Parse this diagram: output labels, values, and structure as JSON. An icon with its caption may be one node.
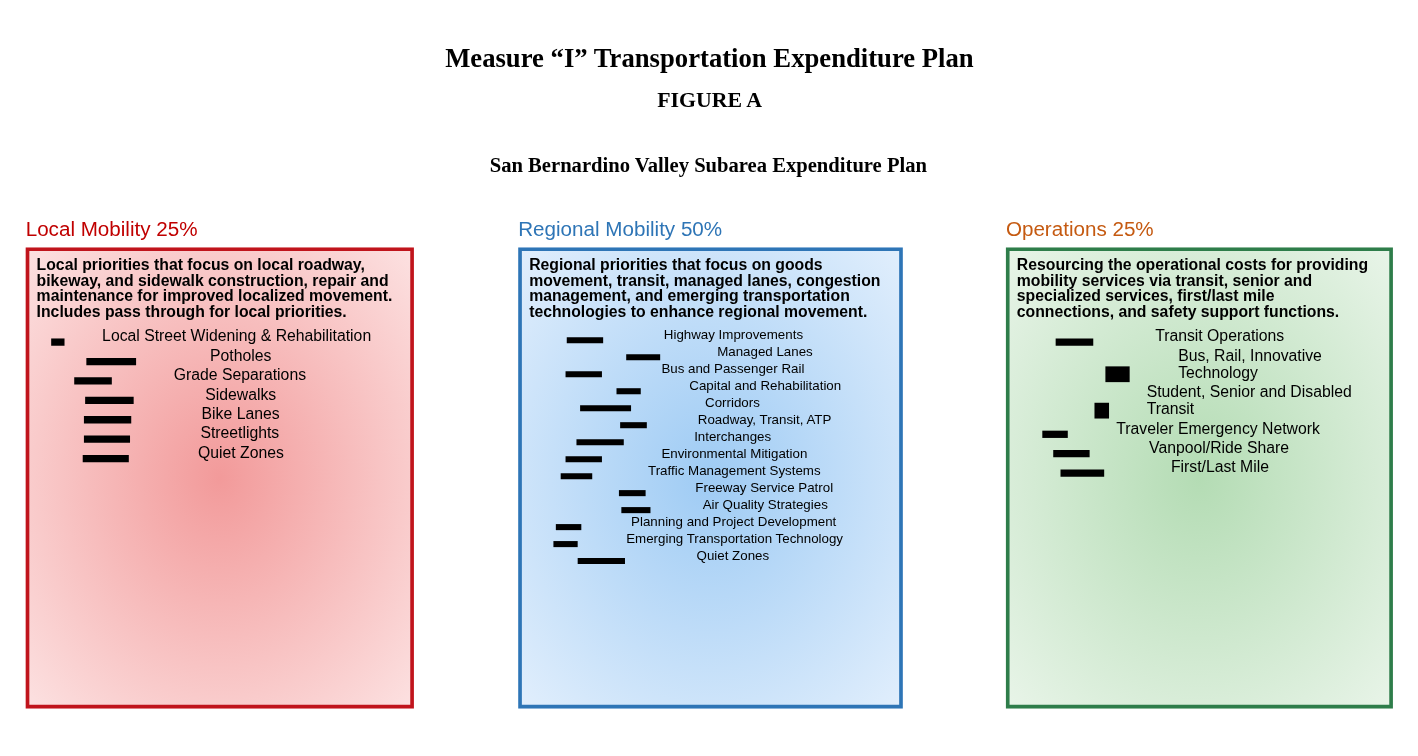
{
  "diagram": {
    "title": "Measure “I” Transportation Expenditure Plan",
    "nodes": [
      {
        "text": [
          "Local Mobility 25%",
          "Local priorities that focus on local roadway, bikeway, and sidewalk construction, repair and maintenance for improved localized movement.  Includes pass through for local priorities.",
          "Local Street Widening & Rehabilitation",
          "Potholes",
          "Grade Separations",
          "Sidewalks",
          "Bike Lanes",
          "Streetlights",
          "Quiet Zones"
        ]
      },
      {
        "text": [
          "Regional Mobility 50%",
          "Regional priorities that focus on goods movement, transit, managed lanes, congestion management, and emerging transportation technologies to enhance regional movement.",
          "Highway Improvements",
          "Managed Lanes",
          "Bus and Passenger Rail",
          "Capital and Rehabilitation",
          "Corridors",
          "Roadway, Transit, ATP",
          "Interchanges",
          "Environmental Mitigation",
          "Traffic Management Systems",
          "Freeway Service Patrol",
          "Air Quality Strategies",
          "Planning and Project Development",
          "Emerging Transportation Technology",
          "Quiet Zones"
        ]
      },
      {
        "text": [
          "Operations 25%",
          "Resourcing the operational costs for providing mobility services via transit, senior and specialized services, first/last mile connections, and safety support functions.",
          "Transit Operations",
          "Bus, Rail, Innovative Technology",
          "Student, Senior and Disabled Transit",
          "Traveler Emergency Network",
          "Vanpool/Ride Share",
          "First/Last Mile"
        ]
      }
    ],
    "labels": [
      "FIGURE A",
      "San Bernardino Valley Subarea Expenditure Plan"
    ]
  }
}
